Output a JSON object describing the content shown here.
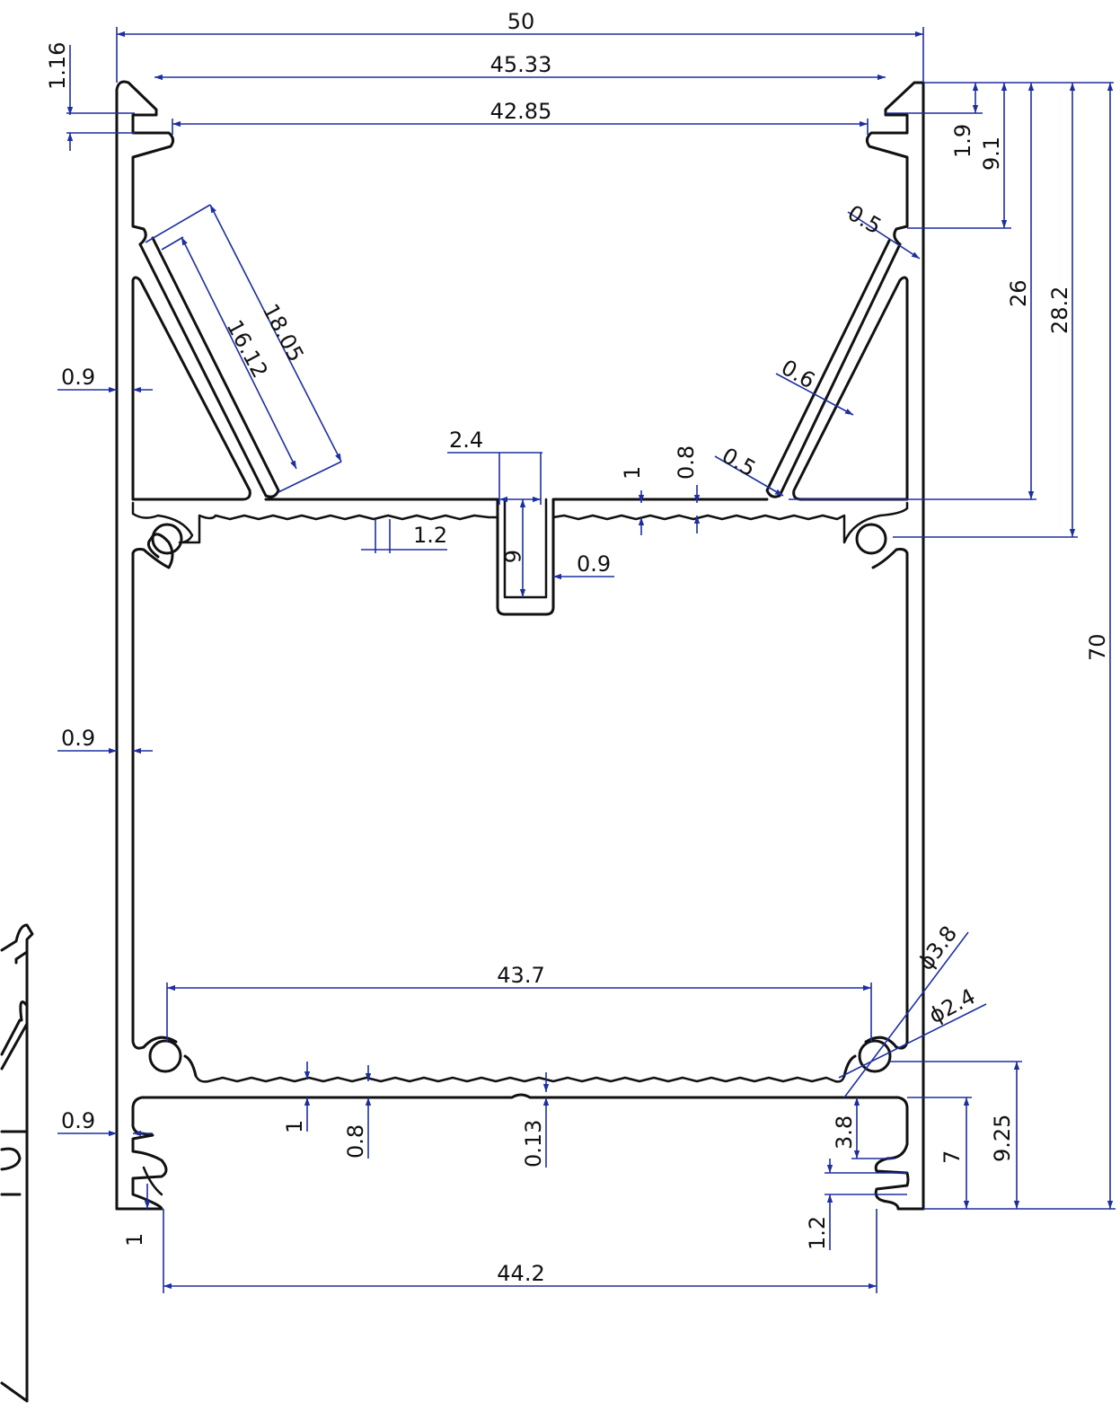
{
  "dimensions": {
    "overall_width": "50",
    "top_opening": "45.33",
    "inner_width": "42.85",
    "lip_thickness": "1.16",
    "lip_height": "1.9",
    "upper_depth": "9.1",
    "groove_radius_top": "0.5",
    "groove_radius_bottom": "0.5",
    "reflector_outer": "18.05",
    "reflector_inner": "16.12",
    "reflector_thickness": "0.6",
    "wall_top": "0.9",
    "wall_middle": "0.9",
    "wall_bottom": "0.9",
    "center_slot_width": "2.4",
    "center_slot_depth": "6",
    "center_slot_wall": "0.9",
    "rib_pitch": "1.2",
    "shelf_thickness": "1",
    "shelf_total": "0.8",
    "depth_26": "26",
    "depth_282": "28.2",
    "overall_height": "70",
    "screw_outer": "ϕ3.8",
    "screw_inner": "ϕ2.4",
    "lower_chamber_width": "43.7",
    "base_thickness": "1",
    "base_total": "0.8",
    "base_recess": "0.13",
    "base_lower_gap": "3.8",
    "base_height": "7",
    "base_to_screw": "9.25",
    "foot_gap": "1.2",
    "foot_width": "1",
    "base_width": "44.2"
  }
}
